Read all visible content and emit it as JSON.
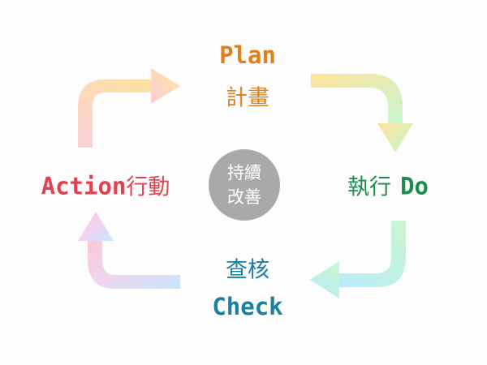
{
  "center": {
    "line1": "持續",
    "line2": "改善",
    "color": "#a9a9a9"
  },
  "plan": {
    "en": "Plan",
    "zh": "計畫",
    "color": "#e07f1c"
  },
  "do": {
    "zh": "執行",
    "en": "Do",
    "color": "#1e8c4e"
  },
  "check": {
    "zh": "查核",
    "en": "Check",
    "color": "#1b7fa3"
  },
  "action": {
    "en": "Action",
    "zh": "行動",
    "color": "#e0434f"
  }
}
